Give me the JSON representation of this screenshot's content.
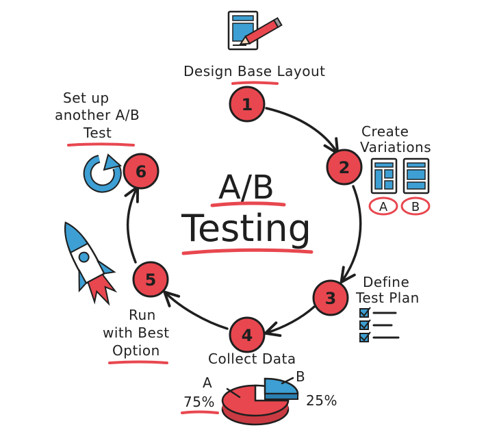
{
  "title": {
    "line1": "A/B",
    "line2": "Testing"
  },
  "steps": [
    {
      "number": "1",
      "label": "Design Base Layout"
    },
    {
      "number": "2",
      "label_line1": "Create",
      "label_line2": "Variations"
    },
    {
      "number": "3",
      "label_line1": "Define",
      "label_line2": "Test Plan"
    },
    {
      "number": "4",
      "label": "Collect Data"
    },
    {
      "number": "5",
      "label_line1": "Run",
      "label_line2": "with Best",
      "label_line3": "Option"
    },
    {
      "number": "6",
      "label_line1": "Set up",
      "label_line2": "another A/B",
      "label_line3": "Test"
    }
  ],
  "variations": {
    "a": "A",
    "b": "B"
  },
  "pie": {
    "a_label": "A",
    "a_value": "75%",
    "b_label": "B",
    "b_value": "25%",
    "a_fraction": 0.75,
    "b_fraction": 0.25
  },
  "colors": {
    "accent": "#e8474f",
    "blue": "#3d9fd3",
    "ink": "#1f1f1f"
  },
  "icons": [
    "pencil-icon",
    "layout-icon",
    "checklist-icon",
    "pie-chart-icon",
    "rocket-icon",
    "refresh-icon"
  ]
}
